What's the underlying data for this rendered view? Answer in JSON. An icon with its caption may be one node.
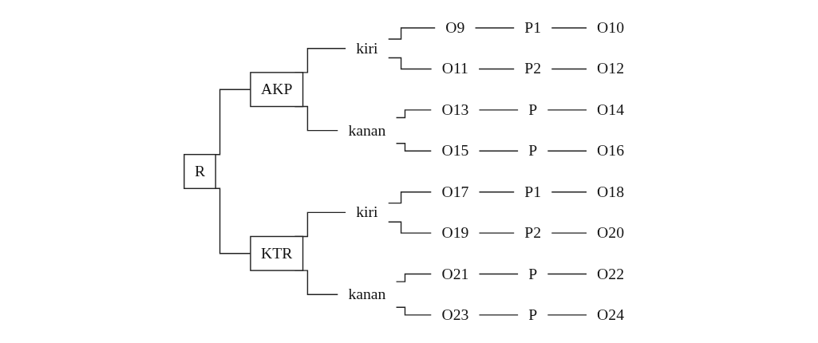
{
  "diagram": {
    "nodes": [
      {
        "text": [
          "R"
        ]
      },
      {
        "text": [
          "AKP"
        ]
      },
      {
        "text": [
          "kiri"
        ]
      },
      {
        "text": [
          "O9"
        ]
      },
      {
        "text": [
          "P1"
        ]
      },
      {
        "text": [
          "O10"
        ]
      },
      {
        "text": [
          "O11"
        ]
      },
      {
        "text": [
          "P2"
        ]
      },
      {
        "text": [
          "O12"
        ]
      },
      {
        "text": [
          "kanan"
        ]
      },
      {
        "text": [
          "O13"
        ]
      },
      {
        "text": [
          "P"
        ]
      },
      {
        "text": [
          "O14"
        ]
      },
      {
        "text": [
          "O15"
        ]
      },
      {
        "text": [
          "P"
        ]
      },
      {
        "text": [
          "O16"
        ]
      },
      {
        "text": [
          "KTR"
        ]
      },
      {
        "text": [
          "kiri"
        ]
      },
      {
        "text": [
          "O17"
        ]
      },
      {
        "text": [
          "P1"
        ]
      },
      {
        "text": [
          "O18"
        ]
      },
      {
        "text": [
          "O19"
        ]
      },
      {
        "text": [
          "P2"
        ]
      },
      {
        "text": [
          "O20"
        ]
      },
      {
        "text": [
          "kanan"
        ]
      },
      {
        "text": [
          "O21"
        ]
      },
      {
        "text": [
          "P"
        ]
      },
      {
        "text": [
          "O22"
        ]
      },
      {
        "text": [
          "O23"
        ]
      },
      {
        "text": [
          "P"
        ]
      },
      {
        "text": [
          "O24"
        ]
      }
    ],
    "edges": [
      {
        "from": 0,
        "to": 1,
        "arrow": "none"
      },
      {
        "from": 0,
        "to": 16,
        "arrow": "none"
      },
      {
        "from": 1,
        "to": 2,
        "arrow": "none"
      },
      {
        "from": 1,
        "to": 9,
        "arrow": "none"
      },
      {
        "from": 2,
        "to": 3,
        "arrow": "none"
      },
      {
        "from": 2,
        "to": 6,
        "arrow": "none"
      },
      {
        "from": 3,
        "to": 4,
        "arrow": "none"
      },
      {
        "from": 4,
        "to": 5,
        "arrow": "none"
      },
      {
        "from": 6,
        "to": 7,
        "arrow": "none"
      },
      {
        "from": 7,
        "to": 8,
        "arrow": "none"
      },
      {
        "from": 9,
        "to": 10,
        "arrow": "none"
      },
      {
        "from": 9,
        "to": 13,
        "arrow": "none"
      },
      {
        "from": 10,
        "to": 11,
        "arrow": "none"
      },
      {
        "from": 11,
        "to": 12,
        "arrow": "none"
      },
      {
        "from": 13,
        "to": 14,
        "arrow": "none"
      },
      {
        "from": 14,
        "to": 15,
        "arrow": "none"
      },
      {
        "from": 16,
        "to": 17,
        "arrow": "none"
      },
      {
        "from": 16,
        "to": 24,
        "arrow": "none"
      },
      {
        "from": 17,
        "to": 18,
        "arrow": "none"
      },
      {
        "from": 17,
        "to": 21,
        "arrow": "none"
      },
      {
        "from": 18,
        "to": 19,
        "arrow": "none"
      },
      {
        "from": 19,
        "to": 20,
        "arrow": "none"
      },
      {
        "from": 21,
        "to": 22,
        "arrow": "none"
      },
      {
        "from": 22,
        "to": 23,
        "arrow": "none"
      },
      {
        "from": 24,
        "to": 25,
        "arrow": "none"
      },
      {
        "from": 24,
        "to": 28,
        "arrow": "none"
      },
      {
        "from": 25,
        "to": 26,
        "arrow": "none"
      },
      {
        "from": 26,
        "to": 27,
        "arrow": "none"
      },
      {
        "from": 28,
        "to": 29,
        "arrow": "none"
      },
      {
        "from": 29,
        "to": 30,
        "arrow": "none"
      }
    ]
  }
}
